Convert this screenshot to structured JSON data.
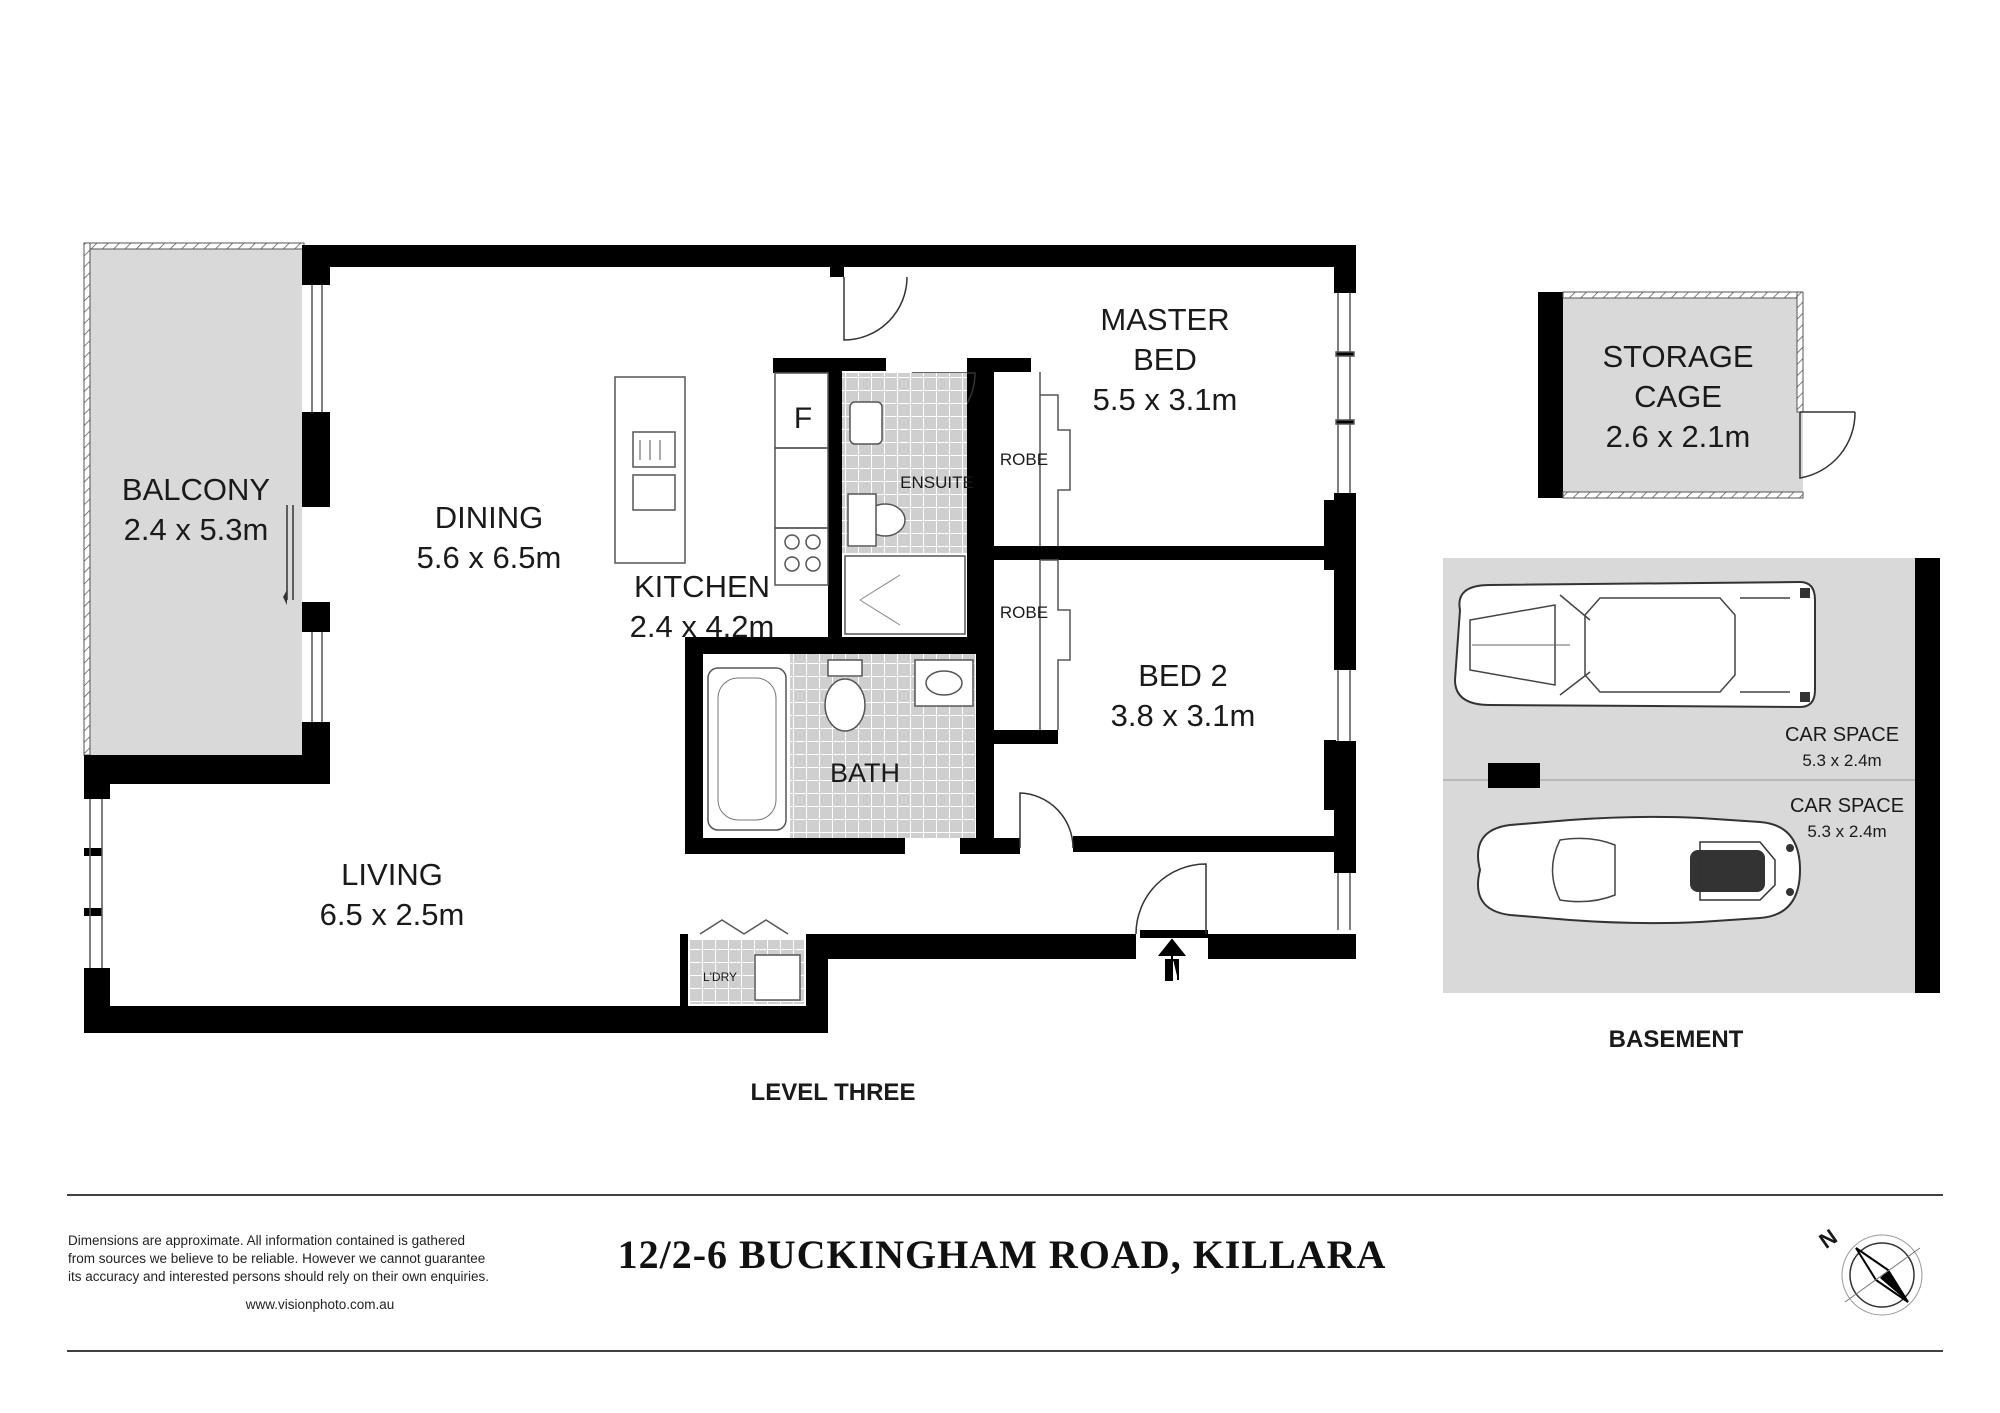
{
  "rooms": {
    "balcony": {
      "name": "BALCONY",
      "size": "2.4 x 5.3m"
    },
    "dining": {
      "name": "DINING",
      "size": "5.6 x 6.5m"
    },
    "kitchen": {
      "name": "KITCHEN",
      "size": "2.4 x 4.2m"
    },
    "living": {
      "name": "LIVING",
      "size": "6.5 x 2.5m"
    },
    "master_bed": {
      "name_line1": "MASTER",
      "name_line2": "BED",
      "size": "5.5 x 3.1m"
    },
    "bed2": {
      "name": "BED 2",
      "size": "3.8 x 3.1m"
    },
    "bath": {
      "name": "BATH"
    },
    "ensuite": {
      "name": "ENSUITE"
    },
    "robe1": {
      "name": "ROBE"
    },
    "robe2": {
      "name": "ROBE"
    },
    "laundry": {
      "name": "L'DRY"
    },
    "fridge": {
      "name": "F"
    },
    "storage": {
      "name_line1": "STORAGE",
      "name_line2": "CAGE",
      "size": "2.6 x 2.1m"
    },
    "car1": {
      "name": "CAR SPACE",
      "size": "5.3 x 2.4m"
    },
    "car2": {
      "name": "CAR SPACE",
      "size": "5.3 x 2.4m"
    }
  },
  "levels": {
    "main": "LEVEL THREE",
    "basement": "BASEMENT"
  },
  "address": "12/2-6 BUCKINGHAM ROAD, KILLARA",
  "disclaimer": {
    "line1": "Dimensions  are  approximate.  All  information contained is  gathered",
    "line2": "from sources  we believe to  be reliable.  However  we cannot  guarantee",
    "line3": "its accuracy and interested persons should rely on their own enquiries.",
    "website": "www.visionphoto.com.au"
  },
  "compass": {
    "label": "N"
  },
  "colors": {
    "wall": "#000000",
    "outdoor_fill": "#d9d9d9",
    "tile_fill": "#cfcfcf",
    "tile_line": "#ffffff"
  }
}
